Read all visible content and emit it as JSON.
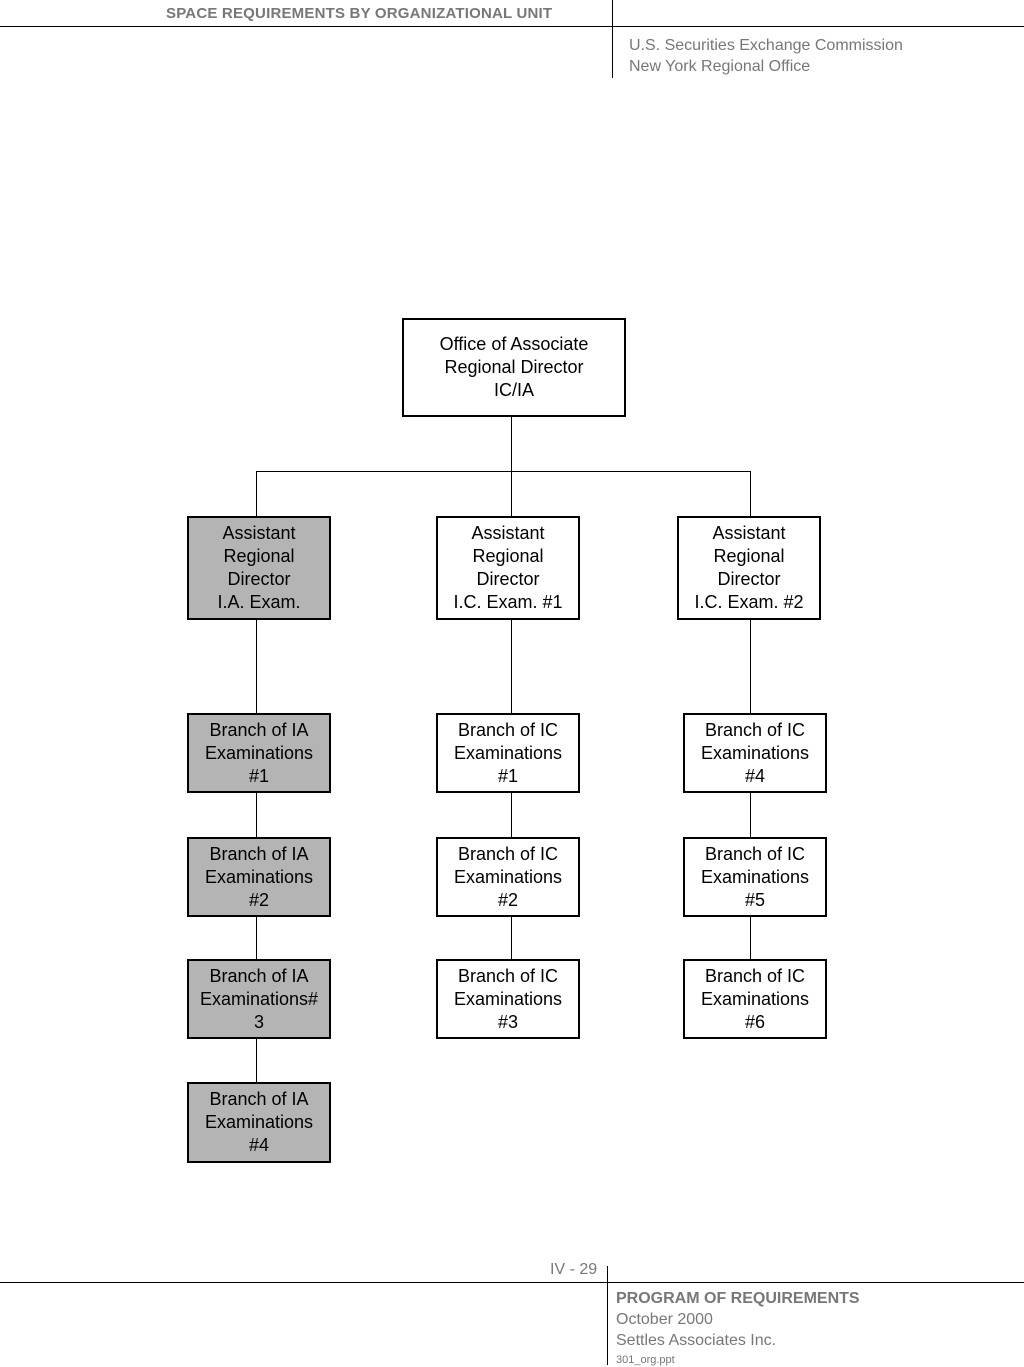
{
  "header": {
    "title": "SPACE REQUIREMENTS BY ORGANIZATIONAL UNIT",
    "org_line1": "U.S. Securities Exchange Commission",
    "org_line2": "New York Regional Office"
  },
  "footer": {
    "page_number": "IV - 29",
    "program": "PROGRAM OF REQUIREMENTS",
    "date": "October 2000",
    "company": "Settles Associates Inc.",
    "filename": "301_org.ppt"
  },
  "org_chart": {
    "top": {
      "label": "Office of Associate\nRegional Director\nIC/IA"
    },
    "directors": [
      {
        "label": "Assistant\nRegional\nDirector\nI.A. Exam.",
        "shaded": true
      },
      {
        "label": "Assistant\nRegional\nDirector\nI.C. Exam. #1",
        "shaded": false
      },
      {
        "label": "Assistant\nRegional\nDirector\nI.C. Exam. #2",
        "shaded": false
      }
    ],
    "ia_branches": [
      {
        "label": "Branch of IA\nExaminations\n#1"
      },
      {
        "label": "Branch of IA\nExaminations\n#2"
      },
      {
        "label": "Branch of IA\nExaminations#\n3"
      },
      {
        "label": "Branch of IA\nExaminations\n#4"
      }
    ],
    "ic1_branches": [
      {
        "label": "Branch of IC\nExaminations\n#1"
      },
      {
        "label": "Branch of IC\nExaminations\n#2"
      },
      {
        "label": "Branch of IC\nExaminations\n#3"
      }
    ],
    "ic2_branches": [
      {
        "label": "Branch of IC\nExaminations\n#4"
      },
      {
        "label": "Branch of IC\nExaminations\n#5"
      },
      {
        "label": "Branch of IC\nExaminations\n#6"
      }
    ],
    "colors": {
      "shaded_fill": "#b4b4b4",
      "plain_fill": "#ffffff",
      "header_text": "#777777"
    }
  }
}
